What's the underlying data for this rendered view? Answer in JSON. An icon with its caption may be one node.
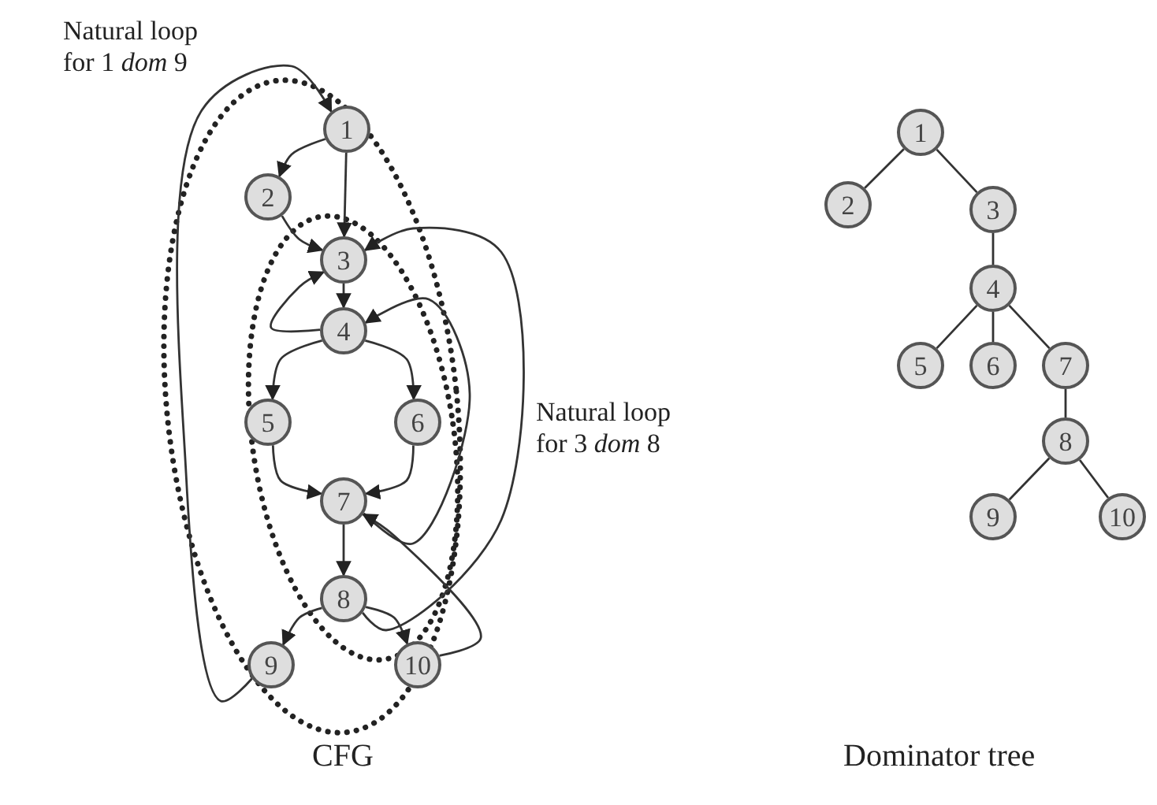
{
  "diagram": {
    "nodes": [
      {
        "text": [
          "1"
        ]
      },
      {
        "text": [
          "2"
        ]
      },
      {
        "text": [
          "3"
        ]
      },
      {
        "text": [
          "4"
        ]
      },
      {
        "text": [
          "5"
        ]
      },
      {
        "text": [
          "6"
        ]
      },
      {
        "text": [
          "7"
        ]
      },
      {
        "text": [
          "8"
        ]
      },
      {
        "text": [
          "9"
        ]
      },
      {
        "text": [
          "10"
        ]
      },
      {
        "text": [
          "1"
        ]
      },
      {
        "text": [
          "2"
        ]
      },
      {
        "text": [
          "3"
        ]
      },
      {
        "text": [
          "4"
        ]
      },
      {
        "text": [
          "5"
        ]
      },
      {
        "text": [
          "6"
        ]
      },
      {
        "text": [
          "7"
        ]
      },
      {
        "text": [
          "8"
        ]
      },
      {
        "text": [
          "9"
        ]
      },
      {
        "text": [
          "10"
        ]
      }
    ],
    "edges": [
      {
        "from": 0,
        "to": 1,
        "arrow": "to"
      },
      {
        "from": 0,
        "to": 2,
        "arrow": "to"
      },
      {
        "from": 1,
        "to": 2,
        "arrow": "to"
      },
      {
        "from": 2,
        "to": 3,
        "arrow": "to"
      },
      {
        "from": 3,
        "to": 2,
        "arrow": "to"
      },
      {
        "from": 3,
        "to": 4,
        "arrow": "to"
      },
      {
        "from": 3,
        "to": 5,
        "arrow": "to"
      },
      {
        "from": 4,
        "to": 6,
        "arrow": "to"
      },
      {
        "from": 5,
        "to": 6,
        "arrow": "to"
      },
      {
        "from": 6,
        "to": 7,
        "arrow": "to"
      },
      {
        "from": 6,
        "to": 3,
        "arrow": "to"
      },
      {
        "from": 7,
        "to": 2,
        "arrow": "to"
      },
      {
        "from": 7,
        "to": 8,
        "arrow": "to"
      },
      {
        "from": 7,
        "to": 9,
        "arrow": "to"
      },
      {
        "from": 8,
        "to": 0,
        "arrow": "to"
      },
      {
        "from": 9,
        "to": 6,
        "arrow": "to"
      },
      {
        "from": 10,
        "to": 11,
        "arrow": "none"
      },
      {
        "from": 10,
        "to": 12,
        "arrow": "none"
      },
      {
        "from": 12,
        "to": 13,
        "arrow": "none"
      },
      {
        "from": 13,
        "to": 14,
        "arrow": "none"
      },
      {
        "from": 13,
        "to": 15,
        "arrow": "none"
      },
      {
        "from": 13,
        "to": 16,
        "arrow": "none"
      },
      {
        "from": 16,
        "to": 17,
        "arrow": "none"
      },
      {
        "from": 17,
        "to": 18,
        "arrow": "none"
      },
      {
        "from": 17,
        "to": 19,
        "arrow": "none"
      }
    ],
    "labels": [
      "Natural loop for 1 *dom* 9",
      "Natural loop for 3 *dom* 8",
      "CFG",
      "Dominator tree"
    ]
  }
}
